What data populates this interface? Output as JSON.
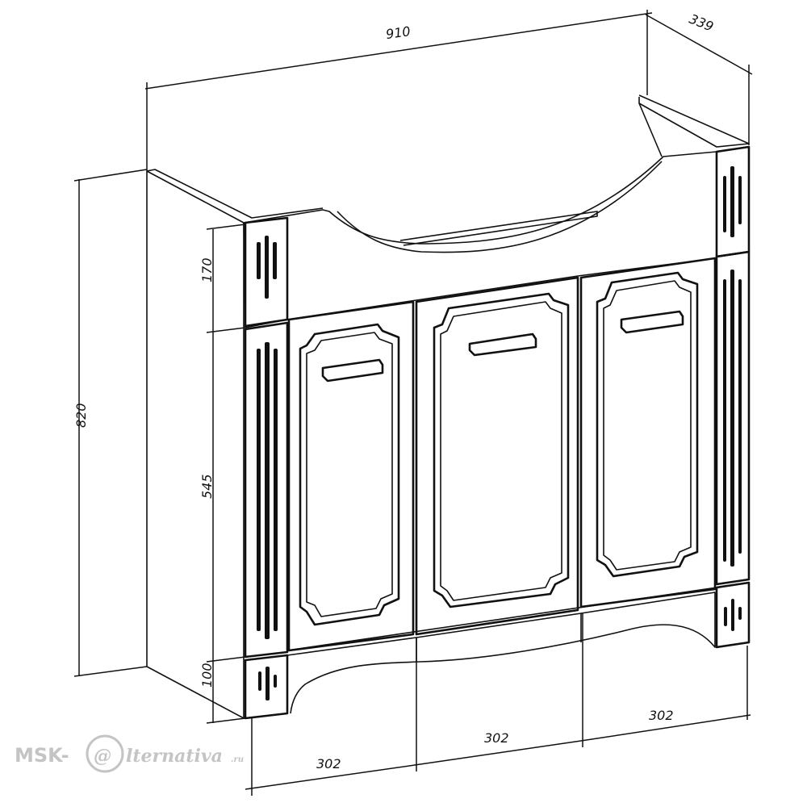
{
  "dimensions": {
    "width_top": "910",
    "depth": "339",
    "height_total": "820",
    "height_top": "170",
    "height_door": "545",
    "height_base": "100",
    "door_width_left": "302",
    "door_width_center": "302",
    "door_width_right": "302"
  },
  "watermark": {
    "prefix": "MSK-",
    "at": "@",
    "suffix": "lternativa",
    "tld": ".ru"
  },
  "colors": {
    "line": "#111111",
    "watermark": "#c4c4c4"
  }
}
